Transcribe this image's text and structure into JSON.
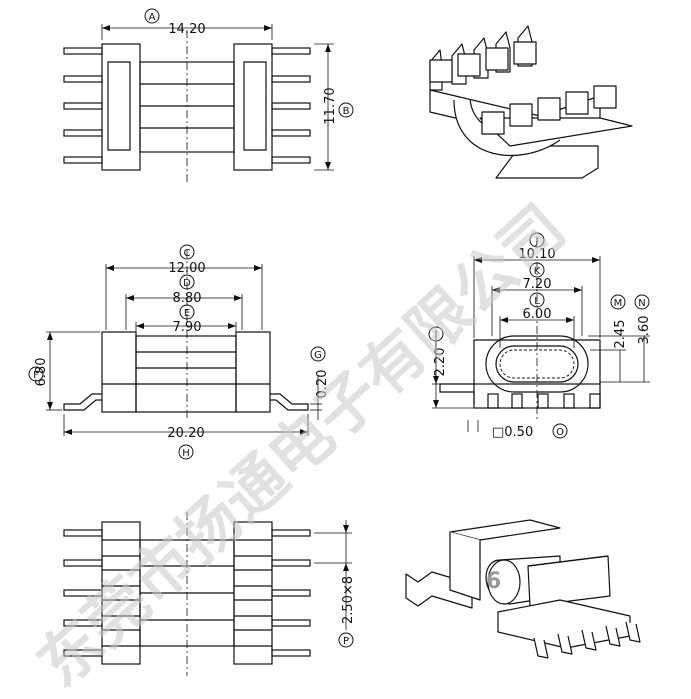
{
  "dimensions": {
    "A": {
      "letter": "A",
      "value": "14.20"
    },
    "B": {
      "letter": "B",
      "value": "11.70"
    },
    "C": {
      "letter": "C",
      "value": "12.00"
    },
    "D": {
      "letter": "D",
      "value": "8.80"
    },
    "E": {
      "letter": "E",
      "value": "7.90"
    },
    "F": {
      "letter": "F",
      "value": "6.80"
    },
    "G": {
      "letter": "G",
      "value": "0.20"
    },
    "H": {
      "letter": "H",
      "value": "20.20"
    },
    "I": {
      "letter": "I",
      "value": "2.20"
    },
    "J": {
      "letter": "J",
      "value": "10.10"
    },
    "K": {
      "letter": "K",
      "value": "7.20"
    },
    "L": {
      "letter": "L",
      "value": "6.00"
    },
    "M": {
      "letter": "M",
      "value": "2.45"
    },
    "N": {
      "letter": "N",
      "value": "3.60"
    },
    "O": {
      "letter": "O",
      "value": "□0.50"
    },
    "P": {
      "letter": "P",
      "value": "2.50×8"
    }
  },
  "watermark": {
    "text": "东莞市扬通电子有限公司",
    "number": "6"
  },
  "colors": {
    "line": "#111111",
    "watermark": "#c9c9c9"
  }
}
